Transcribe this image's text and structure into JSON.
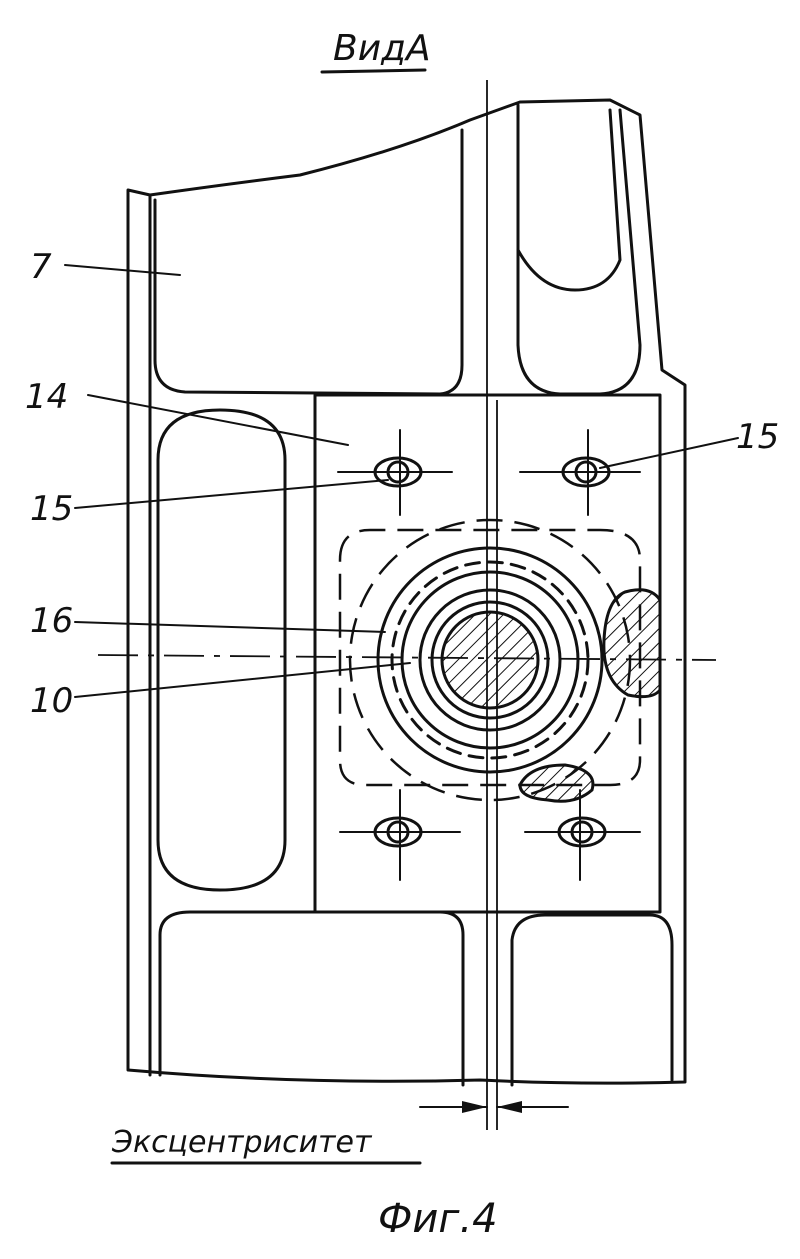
{
  "title": "ВидА",
  "caption": "Фиг.4",
  "eccentricity_label": "Эксцентриситет",
  "part_labels": [
    {
      "id": "7",
      "text": "7"
    },
    {
      "id": "14",
      "text": "14"
    },
    {
      "id": "15a",
      "text": "15"
    },
    {
      "id": "15b",
      "text": "15"
    },
    {
      "id": "16",
      "text": "16"
    },
    {
      "id": "10",
      "text": "10"
    }
  ]
}
